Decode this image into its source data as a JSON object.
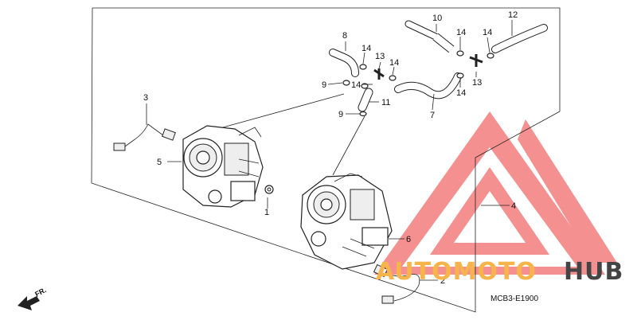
{
  "labels": {
    "p1": "1",
    "p2": "2",
    "p3": "3",
    "p4": "4",
    "p5": "5",
    "p6": "6",
    "p7": "7",
    "p8": "8",
    "p9a": "9",
    "p9b": "9",
    "p10": "10",
    "p11": "11",
    "p12": "12",
    "p13a": "13",
    "p13b": "13",
    "p14a": "14",
    "p14b": "14",
    "p14c": "14",
    "p14d": "14",
    "p14e": "14",
    "p14f": "14"
  },
  "diagram_code": "MCB3-E1900",
  "direction_marker": "FR.",
  "watermark": {
    "part1": "AUTOMOTO",
    "part2": "HUB",
    "color_primary": "#f26b6b",
    "color_accent": "#f7b44a"
  }
}
